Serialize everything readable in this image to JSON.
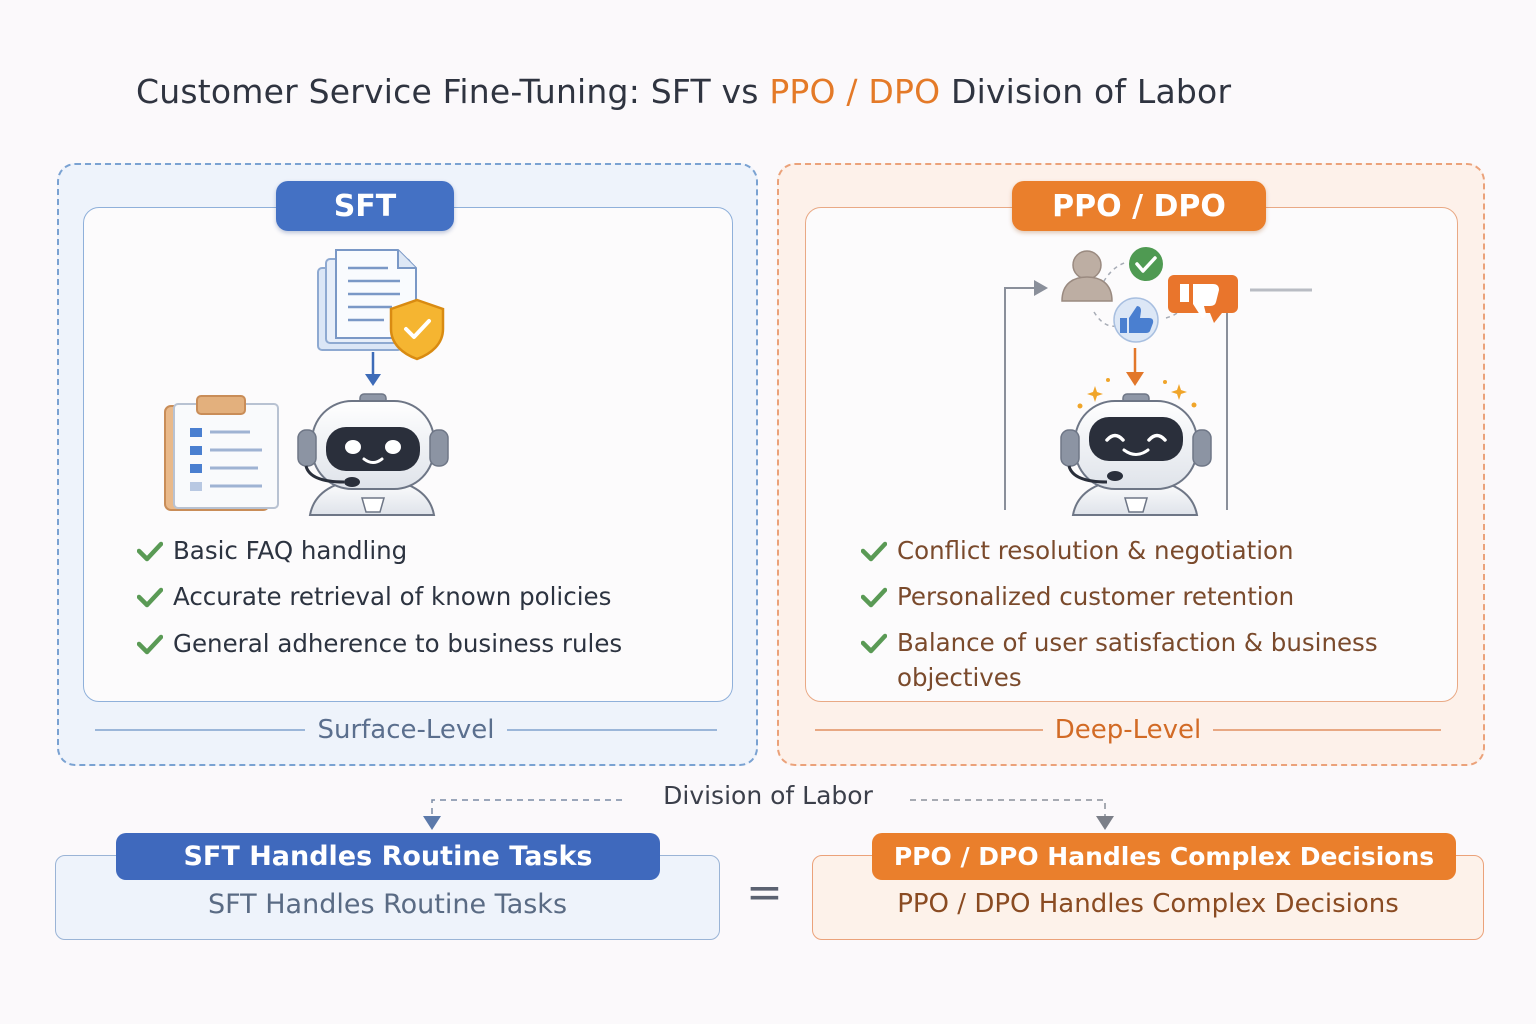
{
  "title": {
    "part1": "Customer Service Fine-Tuning: SFT vs ",
    "accent": "PPO / DPO",
    "part2": " Division of Labor"
  },
  "sft": {
    "header": "SFT",
    "features": [
      "Basic FAQ handling",
      "Accurate retrieval of known policies",
      "General adherence to business rules"
    ],
    "level": "Surface-Level"
  },
  "ppo": {
    "header": "PPO / DPO",
    "features": [
      "Conflict resolution & negotiation",
      "Personalized customer retention",
      "Balance of user satisfaction & business objectives"
    ],
    "level": "Deep-Level"
  },
  "division_label": "Division of Labor",
  "bottom": {
    "sft_pill": "SFT Handles Routine Tasks",
    "sft_text": "SFT Handles Routine Tasks",
    "equals": "=",
    "ppo_pill": "PPO / DPO Handles Complex Decisions",
    "ppo_text": "PPO / DPO Handles Complex Decisions"
  },
  "colors": {
    "sft_blue": "#4471c4",
    "ppo_orange": "#ea7f2c",
    "check_green": "#5a9a55"
  },
  "icons": {
    "sft_document": "document-shield-icon",
    "sft_clipboard": "clipboard-icon",
    "sft_robot": "robot-headset-icon",
    "ppo_user": "user-icon",
    "ppo_check": "check-circle-icon",
    "ppo_thumbs_down": "thumbs-down-icon",
    "ppo_thumbs_up": "thumbs-up-icon",
    "ppo_robot": "robot-headset-icon",
    "feature_check": "check-icon"
  }
}
